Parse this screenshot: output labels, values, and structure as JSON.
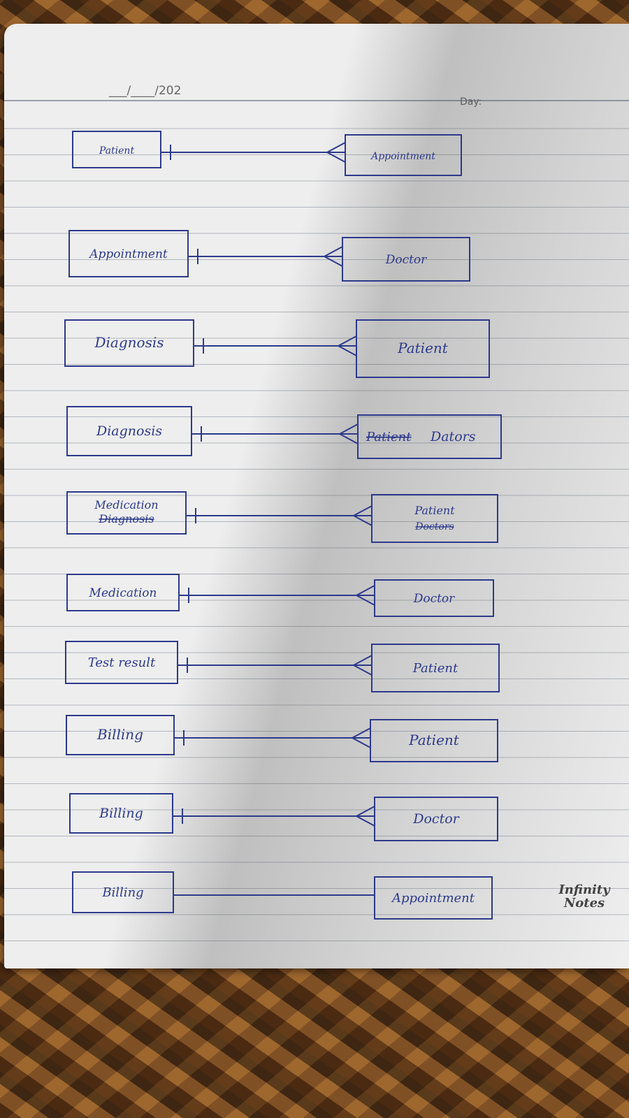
{
  "header": {
    "date_template": "___/____/202",
    "day_label": "Day:"
  },
  "brand": {
    "line1": "Infinity",
    "line2": "Notes"
  },
  "relationships": [
    {
      "left": "Patient",
      "left_struck": "",
      "right": "Appointment",
      "right_struck": "",
      "left_one_mark": true,
      "right_many": true
    },
    {
      "left": "Appointment",
      "left_struck": "",
      "right": "Doctor",
      "right_struck": "",
      "left_one_mark": true,
      "right_many": true
    },
    {
      "left": "Diagnosis",
      "left_struck": "",
      "right": "Patient",
      "right_struck": "",
      "left_one_mark": true,
      "right_many": true
    },
    {
      "left": "Diagnosis",
      "left_struck": "",
      "right": "Dators",
      "right_struck": "Patient",
      "left_one_mark": true,
      "right_many": true
    },
    {
      "left": "Medication",
      "left_struck": "Diagnosis",
      "right": "Patient",
      "right_struck": "Doctors",
      "left_one_mark": true,
      "right_many": true
    },
    {
      "left": "Medication",
      "left_struck": "",
      "right": "Doctor",
      "right_struck": "",
      "left_one_mark": true,
      "right_many": true
    },
    {
      "left": "Test result",
      "left_struck": "",
      "right": "Patient",
      "right_struck": "",
      "left_one_mark": true,
      "right_many": true
    },
    {
      "left": "Billing",
      "left_struck": "",
      "right": "Patient",
      "right_struck": "",
      "left_one_mark": true,
      "right_many": true
    },
    {
      "left": "Billing",
      "left_struck": "",
      "right": "Doctor",
      "right_struck": "",
      "left_one_mark": true,
      "right_many": true
    },
    {
      "left": "Billing",
      "left_struck": "",
      "right": "Appointment",
      "right_struck": "",
      "left_one_mark": false,
      "right_many": false
    }
  ],
  "colors": {
    "ink": "#2d3a8c",
    "rule": "#9aa0aa",
    "paper": "#eeeeee"
  }
}
